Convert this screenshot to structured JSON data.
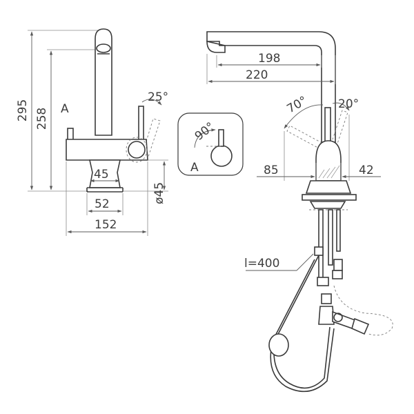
{
  "front_view": {
    "height_total": "295",
    "height_spout": "258",
    "handle_marker": "A",
    "handle_angle": "25°",
    "inlet_width": "45",
    "base_width": "52",
    "overall_width": "152",
    "base_diameter": "ø45"
  },
  "top_view": {
    "rotation_angle": "90°",
    "handle_marker": "A"
  },
  "side_view": {
    "reach_inner": "198",
    "reach_outer": "220",
    "angle_left": "70°",
    "angle_right": "20°",
    "offset_left": "85",
    "offset_right": "42",
    "hose_length": "l=400"
  }
}
